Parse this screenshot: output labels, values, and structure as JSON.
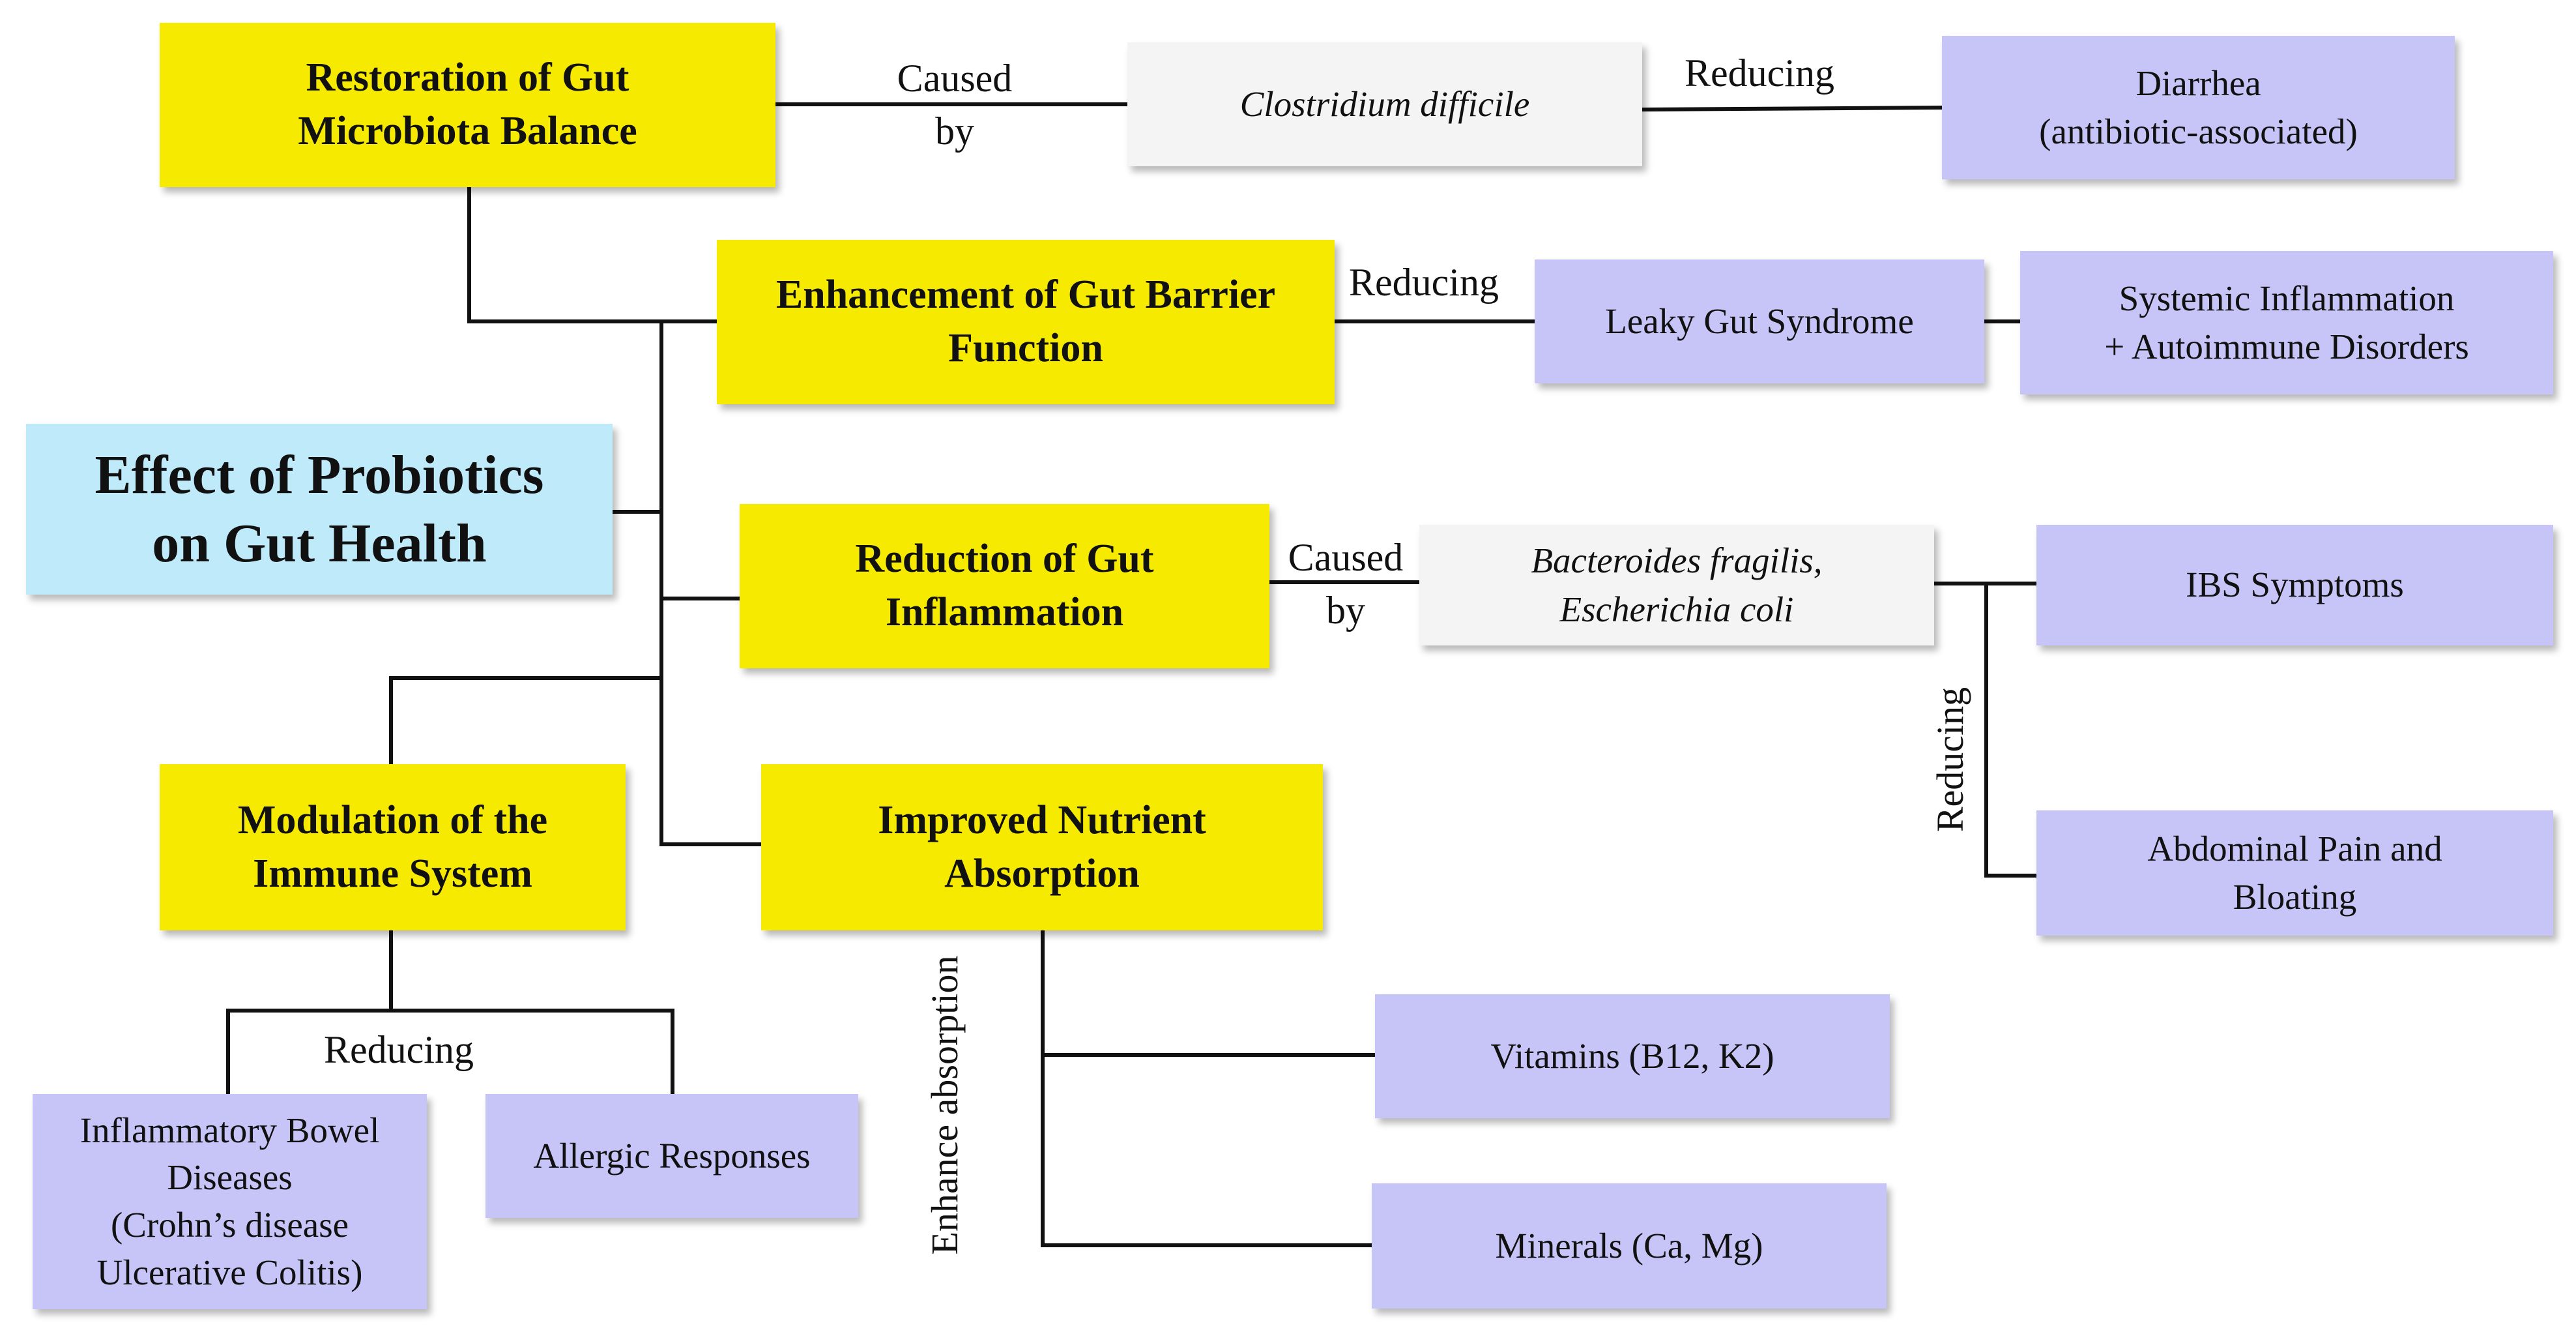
{
  "main_topic": {
    "line1": "Effect of Probiotics",
    "line2": "on Gut Health"
  },
  "mechanisms": {
    "microbiota": {
      "line1": "Restoration of Gut",
      "line2": "Microbiota Balance"
    },
    "barrier": {
      "line1": "Enhancement of Gut Barrier",
      "line2": "Function"
    },
    "inflammation": {
      "line1": "Reduction of Gut",
      "line2": "Inflammation"
    },
    "immune": {
      "line1": "Modulation of the",
      "line2": "Immune System"
    },
    "nutrient": {
      "line1": "Improved Nutrient",
      "line2": "Absorption"
    }
  },
  "pathogens": {
    "cdiff": "Clostridium difficile",
    "bfrag_line1": "Bacteroides fragilis,",
    "bfrag_line2": "Escherichia coli"
  },
  "outcomes": {
    "diarrhea": {
      "line1": "Diarrhea",
      "line2": "(antibiotic-associated)"
    },
    "leaky_gut": "Leaky Gut Syndrome",
    "systemic": {
      "line1": "Systemic Inflammation",
      "line2": "+ Autoimmune Disorders"
    },
    "ibs": "IBS Symptoms",
    "abdominal": {
      "line1": "Abdominal Pain and",
      "line2": "Bloating"
    },
    "ibd": {
      "line1": "Inflammatory Bowel",
      "line2": "Diseases",
      "line3": "(Crohn’s disease",
      "line4": "Ulcerative Colitis)"
    },
    "allergic": "Allergic Responses",
    "vitamins": "Vitamins (B12, K2)",
    "minerals": "Minerals (Ca, Mg)"
  },
  "edge_labels": {
    "caused_by_1": {
      "line1": "Caused",
      "line2": "by"
    },
    "reducing_1": "Reducing",
    "reducing_2": "Reducing",
    "caused_by_2": {
      "line1": "Caused",
      "line2": "by"
    },
    "reducing_vertical": "Reducing",
    "reducing_immune": "Reducing",
    "enhance_absorption": "Enhance absorption"
  }
}
